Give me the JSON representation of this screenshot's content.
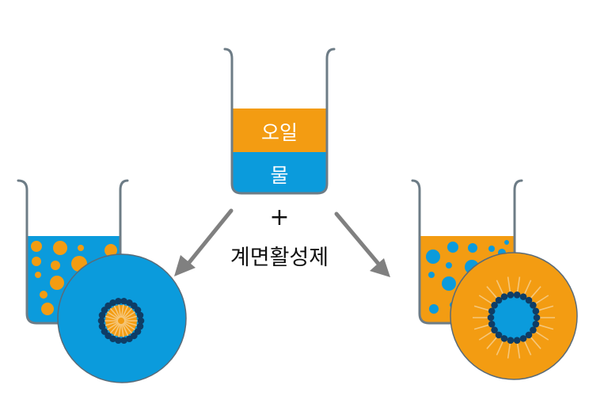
{
  "center_beaker": {
    "oil_label": "오일",
    "water_label": "물"
  },
  "plus_sign": "+",
  "surfactant_label": "계면활성제",
  "colors": {
    "oil": "#f39c12",
    "water": "#0b9bdc",
    "beaker_outline": "#6d7c86",
    "surfactant_head": "#0e3d66",
    "surfactant_tail": "#f6c77a",
    "arrow": "#808080",
    "text_dark": "#111111",
    "text_light": "#ffffff"
  }
}
